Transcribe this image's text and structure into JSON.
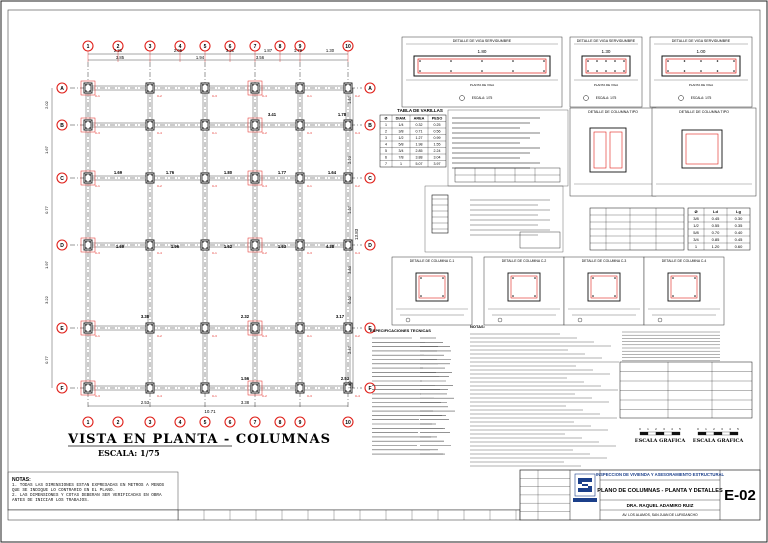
{
  "plan": {
    "title": "VISTA EN PLANTA - COLUMNAS",
    "scale": "ESCALA: 1/75",
    "axes_numbered": [
      "1",
      "2",
      "3",
      "4",
      "5",
      "6",
      "7",
      "8",
      "9",
      "10"
    ],
    "axes_lettered": [
      "A",
      "B",
      "C",
      "D",
      "E",
      "F",
      "G"
    ],
    "top_dims_1": [
      "2.31",
      "2.05",
      "3.21",
      "1.87",
      "1.79",
      "1.30"
    ],
    "top_dims_2": [
      "3.85",
      "1.94",
      "3.56"
    ],
    "left_dims": [
      "2.02",
      "1.67",
      "0.77",
      "1.97",
      "3.22",
      "0.77"
    ],
    "row_dims": [
      "3.41",
      "1.78",
      "1.69",
      "1.76",
      "1.80",
      "1.77",
      "1.64",
      "1.69",
      "1.96",
      "1.62",
      "1.63",
      "4.38",
      "3.38",
      "2.32",
      "3.17",
      "1.56",
      "2.53"
    ],
    "bottom_dim": "10.71",
    "vertical_total": "13.83"
  },
  "details_top": [
    {
      "title": "DETALLE DE VIGA SERVIDUMBRE",
      "dim": "1.80",
      "note": "PLANTA DE VIGA"
    },
    {
      "title": "DETALLE DE VIGA SERVIDUMBRE",
      "dim": "1.30",
      "note": "PLANTA DE VIGA"
    },
    {
      "title": "DETALLE DE VIGA SERVIDUMBRE",
      "dim": "1.00",
      "note": "PLANTA DE VIGA"
    }
  ],
  "details_mid": [
    {
      "title": "DETALLE DE COLUMNA TIPO"
    },
    {
      "title": "DETALLE DE COLUMNA TIPO"
    }
  ],
  "rebar_table": {
    "title": "TABLA DE VARILLAS",
    "headers": [
      "Ø",
      "DIAM.",
      "AREA",
      "PESO"
    ],
    "rows": [
      [
        "1",
        "1/4",
        "0.32",
        "0.25"
      ],
      [
        "2",
        "3/8",
        "0.71",
        "0.56"
      ],
      [
        "3",
        "1/2",
        "1.27",
        "0.99"
      ],
      [
        "4",
        "5/8",
        "1.98",
        "1.55"
      ],
      [
        "5",
        "3/4",
        "2.85",
        "2.24"
      ],
      [
        "6",
        "7/8",
        "3.88",
        "3.04"
      ],
      [
        "7",
        "1",
        "5.07",
        "3.97"
      ]
    ]
  },
  "anchorage_table": {
    "headers": [
      "Ø",
      "Ld",
      "Lg"
    ],
    "rows": [
      [
        "3/8",
        "0.45",
        "0.30"
      ],
      [
        "1/2",
        "0.55",
        "0.35"
      ],
      [
        "5/8",
        "0.70",
        "0.40"
      ],
      [
        "3/4",
        "0.85",
        "0.45"
      ],
      [
        "1",
        "1.20",
        "0.60"
      ]
    ]
  },
  "column_details": [
    {
      "title": "DETALLE DE COLUMNA C-1"
    },
    {
      "title": "DETALLE DE COLUMNA C-2"
    },
    {
      "title": "DETALLE DE COLUMNA C-3"
    },
    {
      "title": "DETALLE DE COLUMNA C-4"
    }
  ],
  "specs_heading": "ESPECIFICACIONES TECNICAS",
  "notes_heading": "NOTAS:",
  "bar_scale": {
    "label_left": "ESCALA GRAFICA",
    "label_right": "ESCALA GRAFICA",
    "ticks": [
      "0",
      "1",
      "2",
      "3",
      "4",
      "5"
    ]
  },
  "title_block": {
    "project": "INSPECCION DE VIVIENDA Y ASESORAMIENTO ESTRUCTURAL",
    "sheet_title": "PLANO DE COLUMNAS - PLANTA Y DETALLES",
    "engineer": "DRA. RAQUEL ADAMIRO RUIZ",
    "sheet_no": "E-02",
    "address": "AV. LOS ALAMOS, SAN JUAN DE LURIGANCHO"
  },
  "legend_note": {
    "heading": "NOTAS:",
    "line1": "1. TODAS LAS DIMENSIONES ESTAN EXPRESADAS EN METROS A MENOS QUE SE INDIQUE LO CONTRARIO EN EL PLANO.",
    "line2": "2. LAS DIMENSIONES Y COTAS DEBERAN SER VERIFICADAS EN OBRA ANTES DE INICIAR LOS TRABAJOS."
  },
  "colors": {
    "line": "#1a1a1a",
    "red": "#e0201a",
    "magenta": "#e6007e",
    "grid": "#333333",
    "paper": "#ffffff"
  }
}
